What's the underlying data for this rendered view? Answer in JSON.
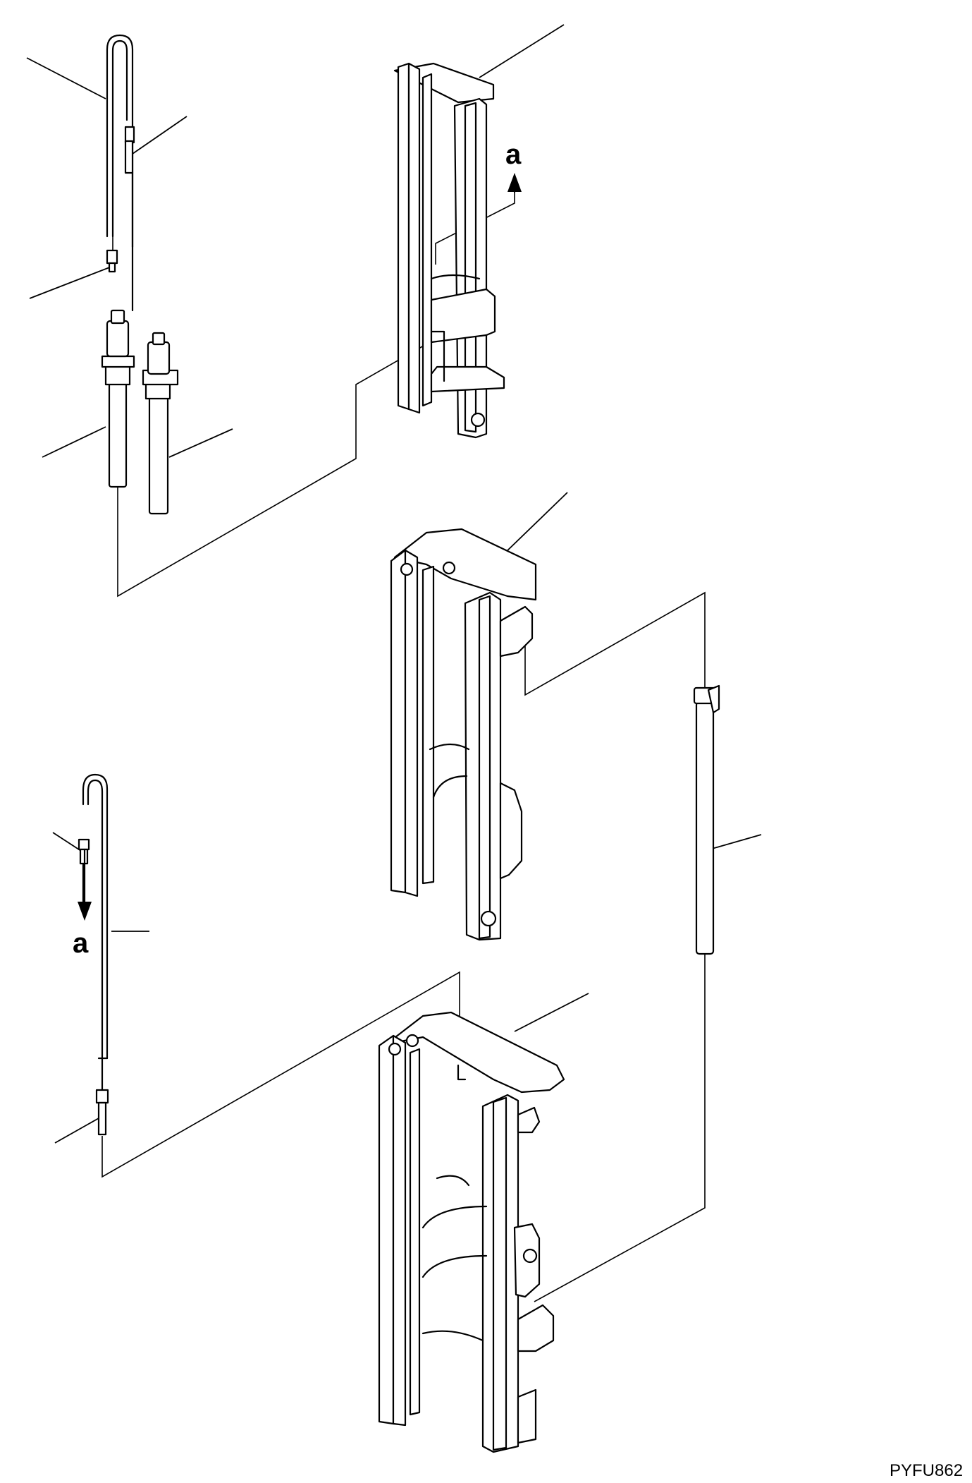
{
  "diagram": {
    "callout_upper": "a",
    "callout_lower": "a",
    "drawing_code": "PYFU862"
  },
  "colors": {
    "ink": "#000000",
    "paper": "#ffffff"
  }
}
